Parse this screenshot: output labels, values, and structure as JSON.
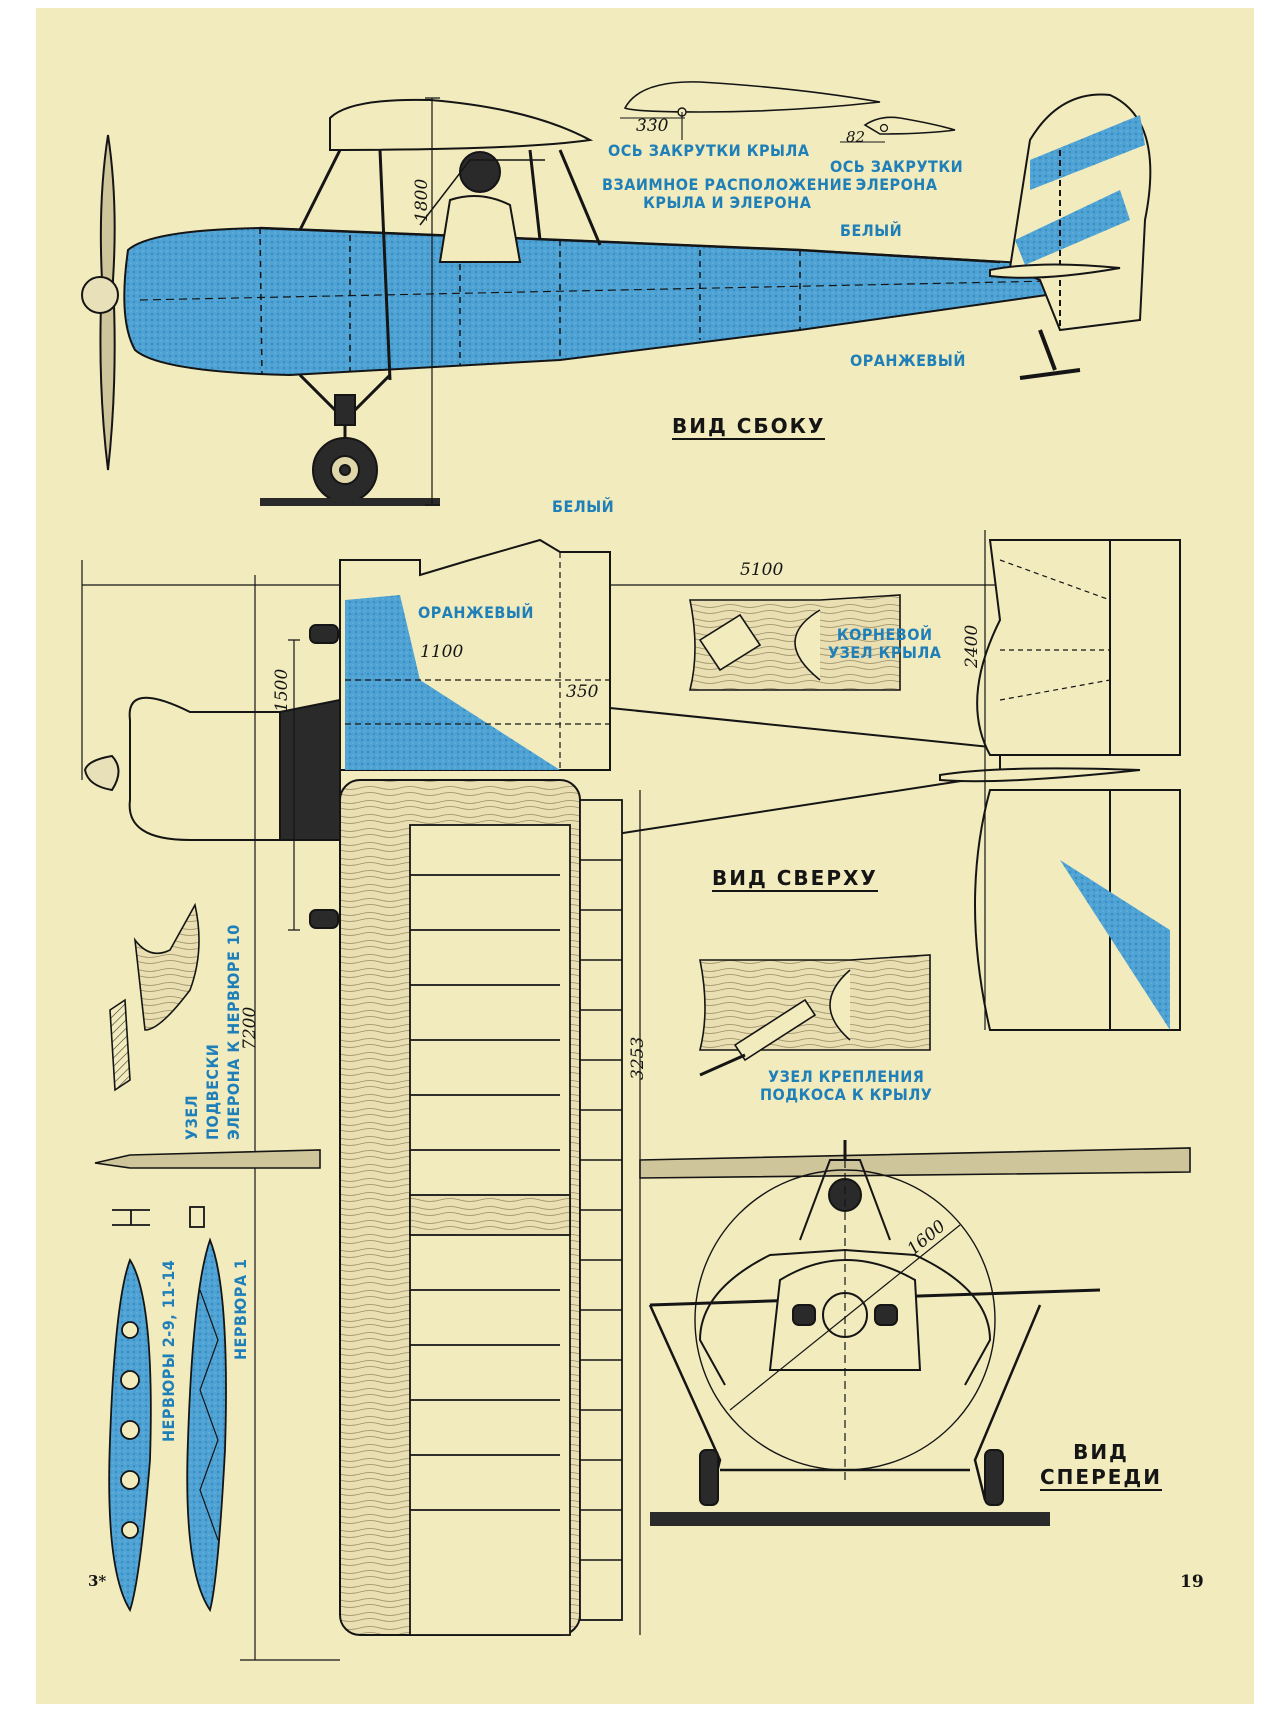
{
  "colors": {
    "paper": "#f2ebbd",
    "ink": "#151515",
    "blue": "#3d98cc",
    "label_blue": "#1f7fb8",
    "wood": "#e6dcae"
  },
  "labels": {
    "wing_twist_axis": "ОСЬ ЗАКРУТКИ КРЫЛА",
    "aileron_twist_axis_1": "ОСЬ ЗАКРУТКИ",
    "aileron_twist_axis_2": "ЭЛЕРОНА",
    "mutual_position_1": "ВЗАИМНОЕ РАСПОЛОЖЕНИЕ",
    "mutual_position_2": "КРЫЛА И ЭЛЕРОНА",
    "white_side": "БЕЛЫЙ",
    "orange_side": "ОРАНЖЕВЫЙ",
    "white_top": "БЕЛЫЙ",
    "orange_top": "ОРАНЖЕВЫЙ",
    "root_node_1": "КОРНЕВОЙ",
    "root_node_2": "УЗЕЛ КРЫЛА",
    "strut_mount_1": "УЗЕЛ КРЕПЛЕНИЯ",
    "strut_mount_2": "ПОДКОСА К КРЫЛУ",
    "aileron_hinge_1": "УЗЕЛ",
    "aileron_hinge_2": "ПОДВЕСКИ",
    "aileron_hinge_3": "ЭЛЕРОНА К НЕРВЮРЕ 10",
    "ribs_a": "НЕРВЮРЫ 2-9, 11-14",
    "ribs_b": "НЕРВЮРА 1"
  },
  "views": {
    "side": "ВИД СБОКУ",
    "top": "ВИД СВЕРХУ",
    "front_1": "ВИД",
    "front_2": "СПЕРЕДИ"
  },
  "dimensions": {
    "chord_330": "330",
    "chord_82": "82",
    "height_1800": "1800",
    "length_5100": "5100",
    "span_2400": "2400",
    "len_1500": "1500",
    "len_1100": "1100",
    "len_350": "350",
    "len_7200": "7200",
    "len_3253": "3253",
    "prop_1600": "1600"
  },
  "page": {
    "left_marker": "3*",
    "number": "19"
  }
}
